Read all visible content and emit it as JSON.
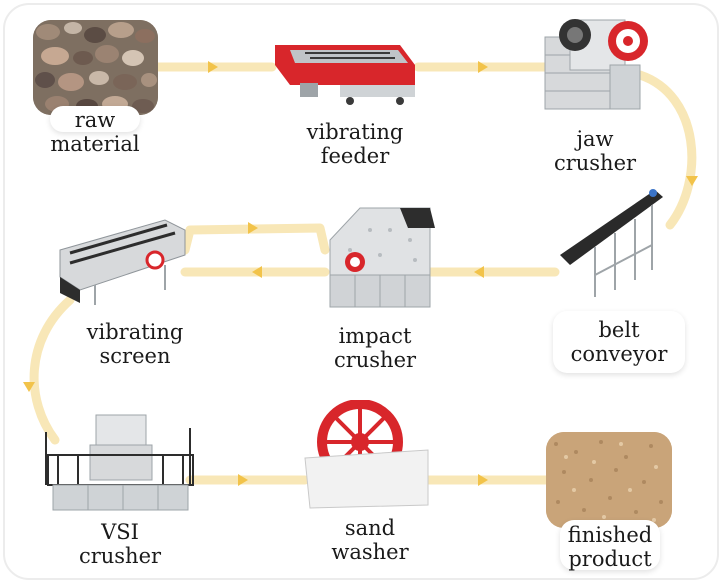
{
  "stages": [
    {
      "line1": "raw",
      "line2": "material"
    },
    {
      "line1": "vibrating",
      "line2": "feeder"
    },
    {
      "line1": "jaw",
      "line2": "crusher"
    },
    {
      "line1": "belt",
      "line2": "conveyor"
    },
    {
      "line1": "impact",
      "line2": "crusher"
    },
    {
      "line1": "vibrating",
      "line2": "screen"
    },
    {
      "line1": "VSI",
      "line2": "crusher"
    },
    {
      "line1": "sand",
      "line2": "washer"
    },
    {
      "line1": "finished",
      "line2": "product"
    }
  ],
  "colors": {
    "flow_line": "#f8e7b7",
    "arrow": "#f2c34a",
    "machine_red": "#d8262b",
    "machine_gray": "#cfd3d6",
    "stone_tone": "#8b7a6a",
    "sand_tone": "#caa575"
  }
}
